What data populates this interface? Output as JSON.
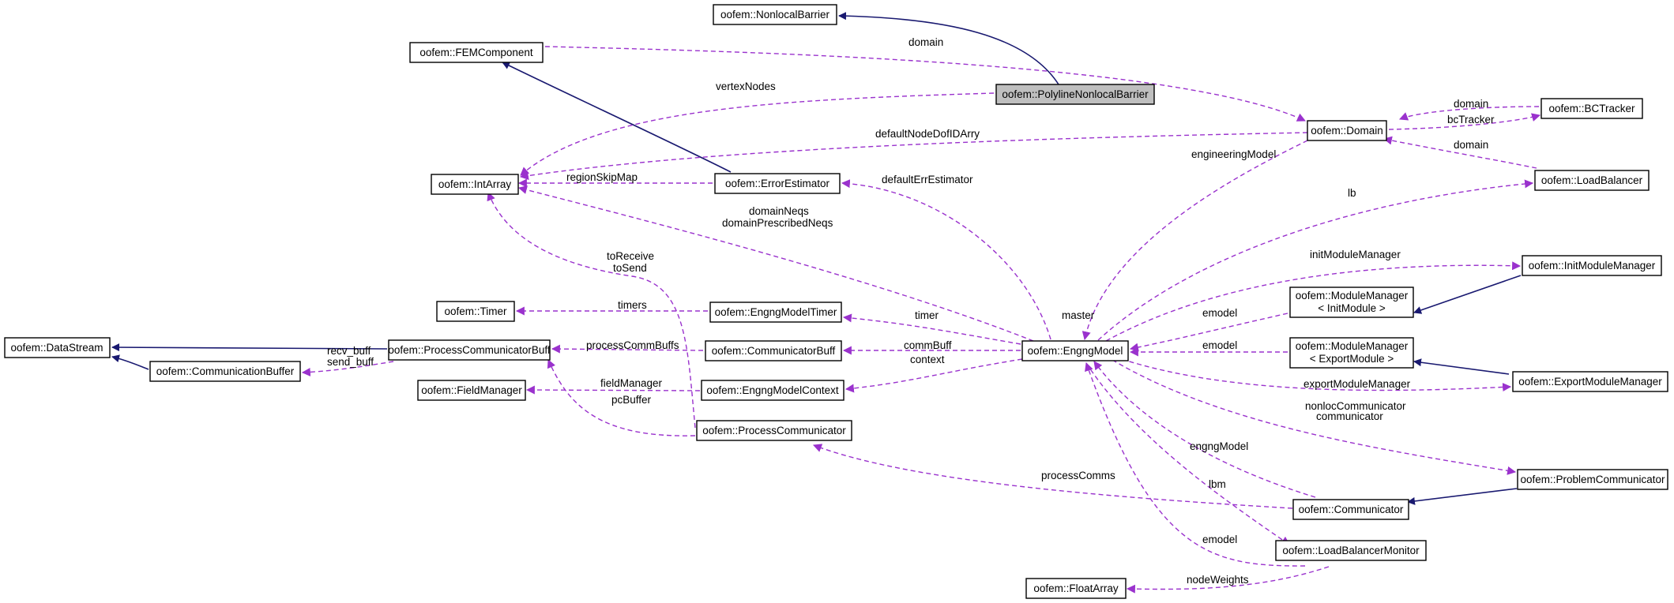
{
  "colors": {
    "inheritance_edge": "#191970",
    "association_edge": "#9a32cd",
    "highlight_fill": "#bfbfbf"
  },
  "nodes": {
    "nonlocal_barrier": "oofem::NonlocalBarrier",
    "fem_component": "oofem::FEMComponent",
    "polyline_nonlocal_barrier": "oofem::PolylineNonlocalBarrier",
    "domain": "oofem::Domain",
    "bc_tracker": "oofem::BCTracker",
    "int_array": "oofem::IntArray",
    "error_estimator": "oofem::ErrorEstimator",
    "load_balancer": "oofem::LoadBalancer",
    "init_module_manager": "oofem::InitModuleManager",
    "module_manager_init_line1": "oofem::ModuleManager",
    "module_manager_init_line2": "< InitModule >",
    "timer": "oofem::Timer",
    "engng_model_timer": "oofem::EngngModelTimer",
    "data_stream": "oofem::DataStream",
    "process_communicator_buff": "oofem::ProcessCommunicatorBuff",
    "communicator_buff": "oofem::CommunicatorBuff",
    "engng_model": "oofem::EngngModel",
    "module_manager_export_line1": "oofem::ModuleManager",
    "module_manager_export_line2": "< ExportModule >",
    "communication_buffer": "oofem::CommunicationBuffer",
    "field_manager": "oofem::FieldManager",
    "engng_model_context": "oofem::EngngModelContext",
    "export_module_manager": "oofem::ExportModuleManager",
    "process_communicator": "oofem::ProcessCommunicator",
    "problem_communicator": "oofem::ProblemCommunicator",
    "communicator": "oofem::Communicator",
    "load_balancer_monitor": "oofem::LoadBalancerMonitor",
    "float_array": "oofem::FloatArray"
  },
  "edge_labels": {
    "domain_from_fem": "domain",
    "vertex_nodes": "vertexNodes",
    "domain_from_bctracker": "domain",
    "bc_tracker": "bcTracker",
    "default_node_dof_id_arry": "defaultNodeDofIDArry",
    "domain_from_loadbalancer": "domain",
    "engineering_model": "engineeringModel",
    "region_skip_map": "regionSkipMap",
    "default_err_estimator": "defaultErrEstimator",
    "lb": "lb",
    "domain_neqs": "domainNeqs",
    "domain_prescribed_neqs": "domainPrescribedNeqs",
    "to_receive": "toReceive",
    "to_send": "toSend",
    "init_module_manager": "initModuleManager",
    "timers": "timers",
    "timer": "timer",
    "master": "master",
    "emodel_init": "emodel",
    "recv_buff": "recv_buff",
    "send_buff": "send_buff",
    "process_comm_buffs": "processCommBuffs",
    "comm_buff": "commBuff",
    "emodel_export": "emodel",
    "field_manager": "fieldManager",
    "context": "context",
    "export_module_manager": "exportModuleManager",
    "pc_buffer": "pcBuffer",
    "nonloc_communicator": "nonlocCommunicator",
    "communicator": "communicator",
    "engng_model": "engngModel",
    "process_comms": "processComms",
    "lbm": "lbm",
    "emodel_lbm": "emodel",
    "node_weights": "nodeWeights"
  }
}
